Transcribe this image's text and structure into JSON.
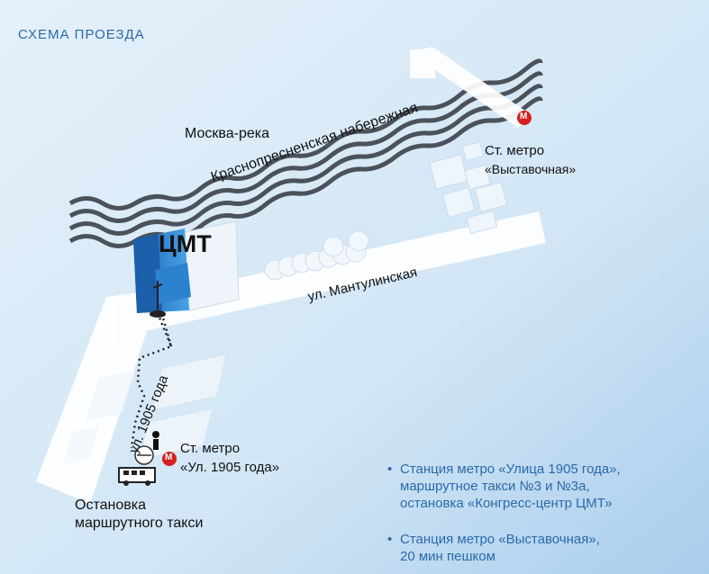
{
  "title": "СХЕМА ПРОЕЗДА",
  "map": {
    "river": "Москва-река",
    "embankment": "Краснопресненская набережная",
    "street_mantulinskaya": "ул. Мантулинская",
    "street_1905": "ул. 1905 года",
    "building": "ЦМТ",
    "metro_symbol": "М",
    "metro1": {
      "line1": "Ст. метро",
      "line2": "«Выставочная»"
    },
    "metro2": {
      "line1": "Ст. метро",
      "line2": "«Ул. 1905 года»"
    },
    "stop": {
      "line1": "Остановка",
      "line2": "маршрутного такси"
    }
  },
  "info": [
    {
      "bullet": "•",
      "lines": [
        "Станция метро «Улица 1905 года»,",
        "маршрутное такси №3 и №3а,",
        "остановка «Конгресс-центр ЦМТ»"
      ]
    },
    {
      "bullet": "•",
      "lines": [
        "Станция метро «Выставочная»,",
        "20 мин пешком"
      ]
    }
  ],
  "colors": {
    "background": "#cfe3f3",
    "title_text": "#2a6aa8",
    "river_waves": "#4a5058",
    "building": "#2a78c4",
    "metro": "#d42020",
    "roads": "#ffffff"
  }
}
